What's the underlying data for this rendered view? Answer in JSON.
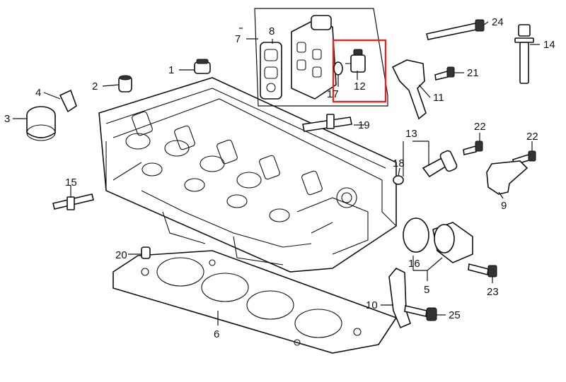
{
  "callouts": {
    "c1": "1",
    "c2": "2",
    "c3": "3",
    "c4": "4",
    "c5": "5",
    "c6": "6",
    "c7": "7",
    "c8": "8",
    "c9": "9",
    "c10": "10",
    "c11": "11",
    "c12": "12",
    "c13": "13",
    "c14": "14",
    "c15": "15",
    "c16": "16",
    "c17": "17",
    "c18": "18",
    "c19": "19",
    "c20": "20",
    "c21": "21",
    "c22a": "22",
    "c22b": "22",
    "c23": "23",
    "c24": "24",
    "c25": "25"
  },
  "highlight_color": "#d62a2a"
}
